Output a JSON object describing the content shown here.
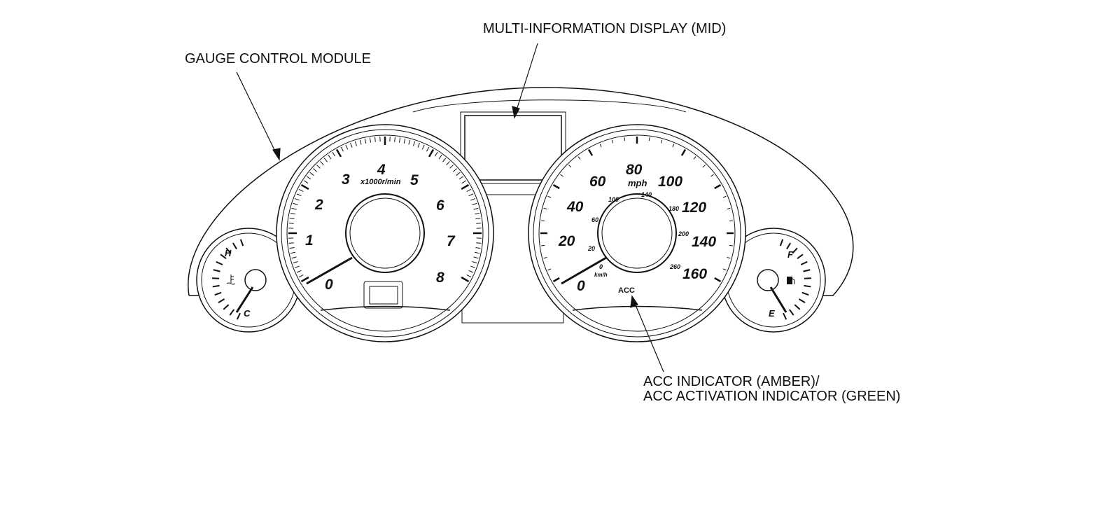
{
  "callouts": {
    "gauge_control_module": "GAUGE CONTROL MODULE",
    "mid": "MULTI-INFORMATION DISPLAY (MID)",
    "acc_line1": "ACC INDICATOR (AMBER)/",
    "acc_line2": "ACC ACTIVATION INDICATOR (GREEN)"
  },
  "tachometer": {
    "numbers": [
      "0",
      "1",
      "2",
      "3",
      "4",
      "5",
      "6",
      "7",
      "8"
    ],
    "unit": "x1000r/min"
  },
  "speedometer": {
    "mph_numbers": [
      "0",
      "20",
      "40",
      "60",
      "80",
      "100",
      "120",
      "140",
      "160"
    ],
    "mph_unit": "mph",
    "kmh_numbers": [
      "0",
      "20",
      "60",
      "100",
      "140",
      "180",
      "200",
      "260"
    ],
    "kmh_unit": "km/h",
    "indicator": "ACC"
  },
  "temp_gauge": {
    "hot": "H",
    "cold": "C",
    "icon": "coolant-temperature-icon"
  },
  "fuel_gauge": {
    "full": "F",
    "empty": "E",
    "icon": "fuel-pump-icon"
  }
}
